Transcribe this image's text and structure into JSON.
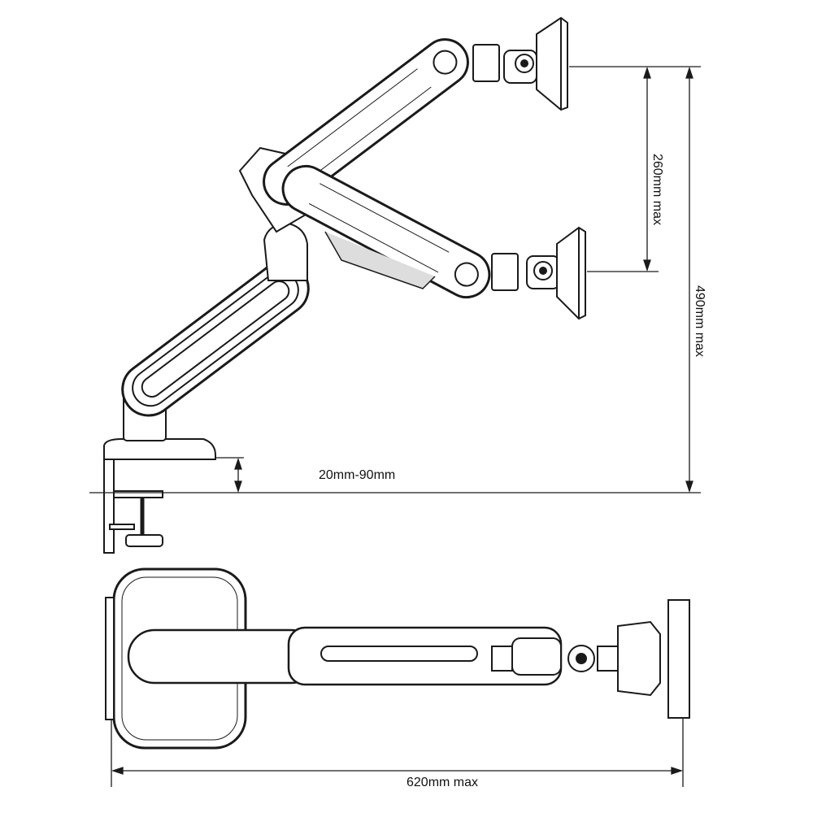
{
  "dimensions": {
    "monitor_height_range": "260mm max",
    "total_height": "490mm max",
    "desk_thickness": "20mm-90mm",
    "max_reach": "620mm max"
  },
  "colors": {
    "line": "#1a1a1a",
    "fill": "#ffffff",
    "shade": "#d9d9d9"
  }
}
